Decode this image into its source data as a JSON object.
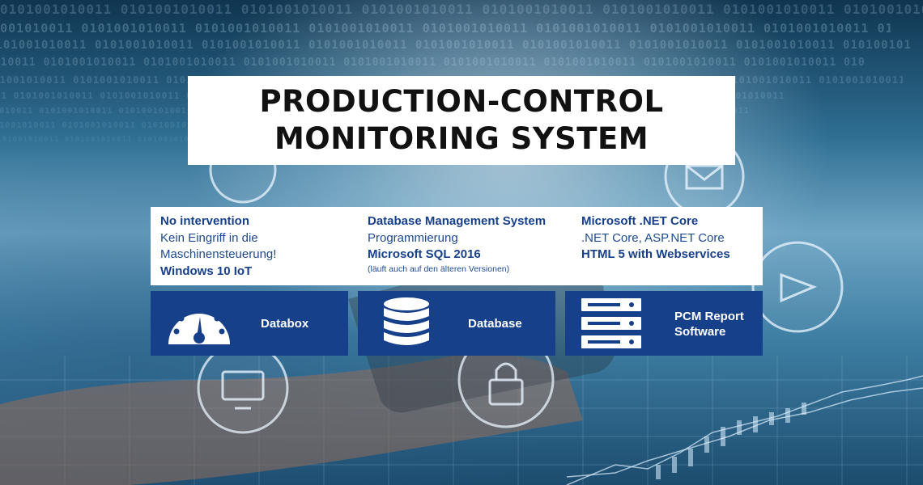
{
  "title": {
    "line1": "PRODUCTION-CONTROL",
    "line2": "MONITORING SYSTEM"
  },
  "columns": [
    {
      "heading": "No intervention",
      "line1": "Kein Eingriff  in die",
      "line2": "Maschinensteuerung!",
      "footer": "Windows 10 IoT"
    },
    {
      "heading": "Database Management System",
      "line1": "Programmierung",
      "footer": "Microsoft SQL 2016",
      "note": "(läuft auch auf den älteren Versionen)"
    },
    {
      "heading": "Microsoft .NET Core",
      "line1": ".NET Core, ASP.NET Core",
      "footer": "HTML 5 with Webservices"
    }
  ],
  "cards": [
    {
      "label": "Databox",
      "icon": "gauge-icon"
    },
    {
      "label": "Database",
      "icon": "database-icon"
    },
    {
      "label_line1": "PCM Report",
      "label_line2": "Software",
      "icon": "server-icon"
    }
  ],
  "background": {
    "binary_pattern": "0101001010011 0101001010011 0101001010011 0101001010011 0101001010011 0101001010011 0101001010011 0101001010011 0101001010011 0101001010011"
  },
  "colors": {
    "brand_blue": "#17408a",
    "text_blue": "#1e4a8f",
    "title_text": "#111111",
    "box_white": "#ffffff"
  }
}
